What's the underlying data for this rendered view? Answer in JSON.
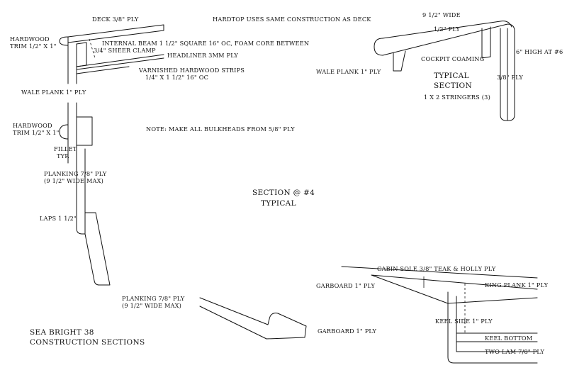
{
  "notes": {
    "hardtop": "HARDTOP USES SAME CONSTRUCTION AS DECK",
    "bulkheads": "NOTE: MAKE ALL BULKHEADS FROM 5/8\" PLY"
  },
  "main_section": {
    "deck": "DECK 3/8\" PLY",
    "hardwood_trim_line1": "HARDWOOD",
    "hardwood_trim_line2": "TRIM 1/2\" X 1\"",
    "internal_beam": "INTERNAL BEAM 1 1/2\" SQUARE 16\" OC, FOAM CORE BETWEEN",
    "sheer_clamp": "3/4\" SHEER CLAMP",
    "headliner": "HEADLINER 3MM PLY",
    "strips_line1": "VARNISHED HARDWOOD STRIPS",
    "strips_line2": "1/4\" X 1 1/2\" 16\" OC",
    "wale_plank": "WALE PLANK 1\" PLY",
    "hardwood_trim2_line1": "HARDWOOD",
    "hardwood_trim2_line2": "TRIM 1/2\" X 1\"",
    "fillet_line1": "FILLET",
    "fillet_line2": "TYP.",
    "planking_line1": "PLANKING 7/8\" PLY",
    "planking_line2": "(9 1/2\" WIDE MAX)",
    "laps": "LAPS 1 1/2\"",
    "section_line1": "SECTION @ #4",
    "section_line2": "TYPICAL"
  },
  "typical_section": {
    "width": "9 1/2\" WIDE",
    "top_ply": "1/2\" PLY",
    "wale_plank": "WALE PLANK 1\" PLY",
    "cockpit_coaming": "COCKPIT COAMING",
    "height": "6\" HIGH AT #6",
    "side_ply": "3/8\" PLY",
    "title_line1": "TYPICAL",
    "title_line2": "SECTION",
    "stringers": "1 X 2 STRINGERS (3)"
  },
  "bottom_section": {
    "planking_line1": "PLANKING 7/8\" PLY",
    "planking_line2": "(9 1/2\" WIDE MAX)",
    "garboard_lower": "GARBOARD 1\" PLY",
    "cabin_sole": "CABIN SOLE 3/8\" TEAK & HOLLY PLY",
    "garboard_upper": "GARBOARD 1\" PLY",
    "king_plank": "KING PLANK 1\" PLY",
    "keel_side": "KEEL SIDE 1\" PLY",
    "keel_bottom": "KEEL BOTTOM",
    "two_lam": "TWO LAM 7/8\" PLY"
  },
  "title_block": {
    "line1": "SEA BRIGHT 38",
    "line2": "CONSTRUCTION SECTIONS"
  }
}
